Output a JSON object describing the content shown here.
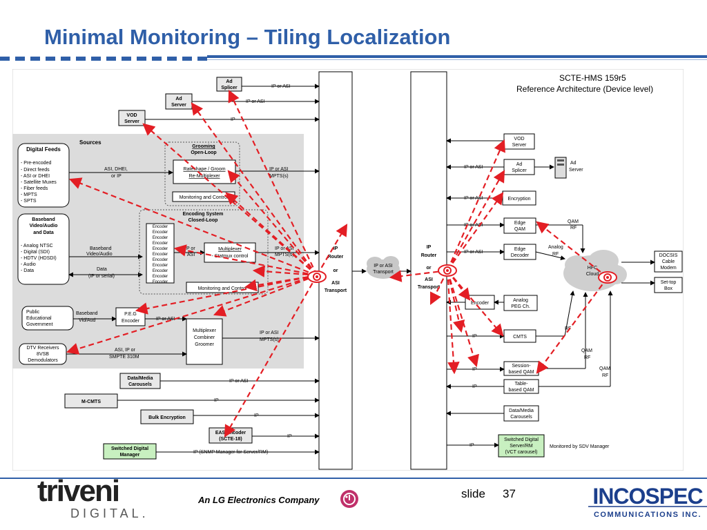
{
  "slide": {
    "title": "Minimal Monitoring – Tiling Localization",
    "slide_label": "slide",
    "slide_number": "37",
    "footer_company": "An LG Electronics Company"
  },
  "logos": {
    "left_brand_top": "triveni",
    "left_brand_bottom": "DIGITAL.",
    "right_brand_top": "INCOSPEC",
    "right_brand_bottom": "COMMUNICATIONS INC.",
    "lg_logo": "LG"
  },
  "diagram": {
    "header_line1": "SCTE-HMS 159r5",
    "header_line2": "Reference Architecture (Device level)",
    "sources_label": "Sources",
    "top_boxes": {
      "ad_splicer": "Ad Splicer",
      "ad_server": "Ad Server",
      "vod_server": "VOD Server"
    },
    "digital_feeds": {
      "title": "Digital Feeds",
      "items": [
        "- Pre-encoded",
        "- Direct feeds",
        "- ASI or DHEI",
        "- Satellite Muxes",
        "- Fiber feeds",
        "- MPTS",
        "- SPTS"
      ]
    },
    "baseband": {
      "title": "Baseband Video/Audio and Data",
      "items": [
        "- Analog NTSC",
        "- Digital (SDI)",
        "- HDTV (HDSDI)",
        "- Audio",
        "- Data"
      ]
    },
    "grooming": {
      "title1": "Grooming",
      "title2": "Open-Loop",
      "box": "Rateshape / Groom Re-Multiplexer",
      "monitor": "Monitoring and Control"
    },
    "encoding": {
      "title1": "Encoding System",
      "title2": "Closed-Loop",
      "encoder_label": "Encoder",
      "multiplexer": "Multiplexer - Statmux control",
      "monitor": "Monitoring and Control"
    },
    "peg": {
      "public": "Public Educational Government",
      "encoder": "P.E.G Encoder",
      "multiplexer": "Multiplexer Combiner Groomer"
    },
    "dtv": "DTV Receivers 8VSB Demodulators",
    "lower_left": {
      "data_media": "Data/Media Carousels",
      "mcmts": "M-CMTS",
      "bulk": "Bulk Encryption",
      "eas": "EAS Encoder (SCTE-18)",
      "sdm": "Switched Digital Manager"
    },
    "routers": {
      "left": "IP Router or ASI Transport",
      "right": "IP Router or ASI Transport",
      "cloud": "IP or ASI Transport",
      "hfc": "HFC Cloud"
    },
    "right_boxes": {
      "vod": "VOD Server",
      "ad_splicer": "Ad Splicer",
      "ad_server": "Ad Server",
      "encryption": "Encryption",
      "edge_qam": "Edge QAM",
      "edge_decoder": "Edge Decoder",
      "encoder": "Encoder",
      "analog_peg": "Analog PEG Ch.",
      "cmts": "CMTS",
      "session_qam": "Session-based QAM",
      "table_qam": "Table-based QAM",
      "data_media": "Data/Media Carousels",
      "sdv": "Switched Digital Server/RM (VCT carousel)",
      "sdv_note": "Monitored by SDV Manager",
      "docsis": "DOCSIS Cable Modem",
      "settop": "Set-top Box"
    },
    "line_labels": {
      "ip_or_asi": "IP or ASI",
      "ip": "IP",
      "asi_dhei": "ASI, DHEI, or IP",
      "ip_or_asi_mpts": "IP or ASI MPTS(s)",
      "baseband_va": "Baseband Video/Audio",
      "data_ip_serial": "Data (IP or serial)",
      "ip_or_asi_small": "IP or ASI",
      "baseband_vidaud": "Baseband Vid/Aud",
      "asi": "ASI",
      "asi_ip_smpte": "ASI, IP or SMPTE 310M",
      "ip_snmp": "IP (SNMP Manager for Server/RM)",
      "qam_rf": "QAM RF",
      "analog_rf": "Analog RF",
      "rf": "RF"
    }
  }
}
